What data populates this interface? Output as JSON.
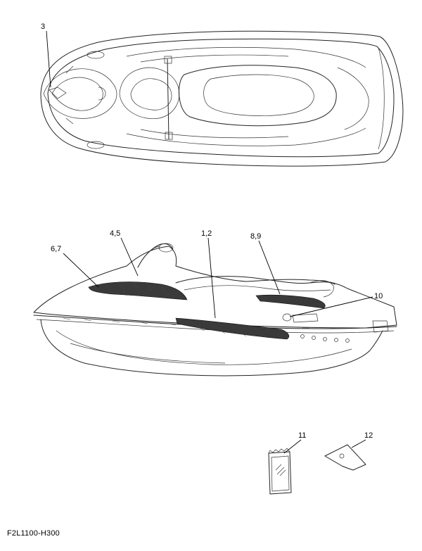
{
  "callouts": {
    "top_view": "3",
    "side_a": "4,5",
    "side_b": "1,2",
    "side_c": "8,9",
    "side_d": "6,7",
    "side_e": "10",
    "card": "11",
    "tag": "12"
  },
  "part_code": "F2L1100-H300"
}
